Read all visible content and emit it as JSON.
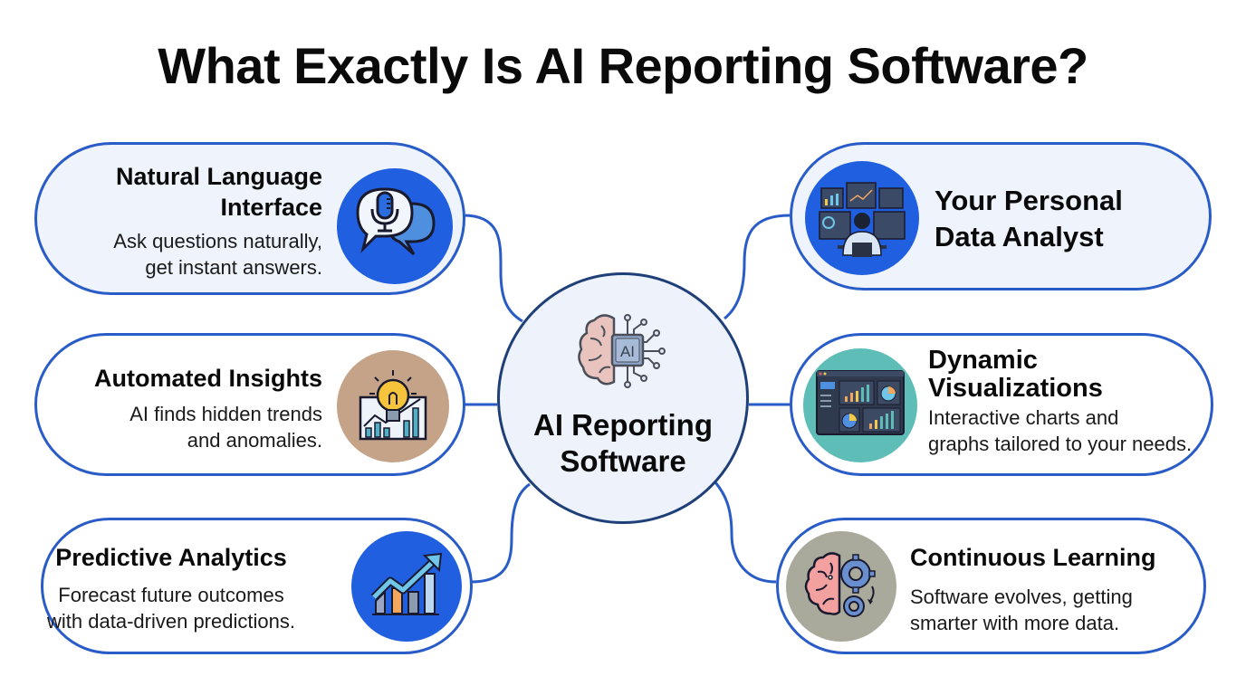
{
  "title": "What Exactly Is AI Reporting Software?",
  "hub": {
    "label_line1": "AI Reporting",
    "label_line2": "Software",
    "icon": "ai-brain-chip-icon",
    "chip_text": "AI"
  },
  "colors": {
    "outline": "#2a5cc8",
    "hub_outline": "#1e3f78",
    "tint_fill": "#eef3fc",
    "blue_icon_bg": "#1f5fe0",
    "tan_icon_bg": "#c4a388",
    "teal_icon_bg": "#5fbdb8",
    "gray_icon_bg": "#a9a99c"
  },
  "features": [
    {
      "id": "natural-language-interface",
      "heading_line1": "Natural Language",
      "heading_line2": "Interface",
      "desc_line1": "Ask questions naturally,",
      "desc_line2": "get instant answers.",
      "icon": "microphone-chat-icon",
      "position": "top-left"
    },
    {
      "id": "automated-insights",
      "heading_line1": "Automated Insights",
      "desc_line1": "AI finds hidden trends",
      "desc_line2": "and anomalies.",
      "icon": "lightbulb-chart-icon",
      "position": "middle-left"
    },
    {
      "id": "predictive-analytics",
      "heading_line1": "Predictive Analytics",
      "desc_line1": "Forecast future outcomes",
      "desc_line2": "with data-driven predictions.",
      "icon": "trend-arrow-chart-icon",
      "position": "bottom-left"
    },
    {
      "id": "personal-data-analyst",
      "heading_line1": "Your Personal",
      "heading_line2": "Data Analyst",
      "icon": "analyst-monitors-icon",
      "position": "top-right"
    },
    {
      "id": "dynamic-visualizations",
      "heading_line1": "Dynamic",
      "heading_line2": "Visualizations",
      "desc_line1": "Interactive charts and",
      "desc_line2": "graphs tailored to your needs.",
      "icon": "dashboard-charts-icon",
      "position": "middle-right"
    },
    {
      "id": "continuous-learning",
      "heading_line1": "Continuous Learning",
      "desc_line1": "Software evolves, getting",
      "desc_line2": "smarter with more data.",
      "icon": "brain-gears-icon",
      "position": "bottom-right"
    }
  ]
}
